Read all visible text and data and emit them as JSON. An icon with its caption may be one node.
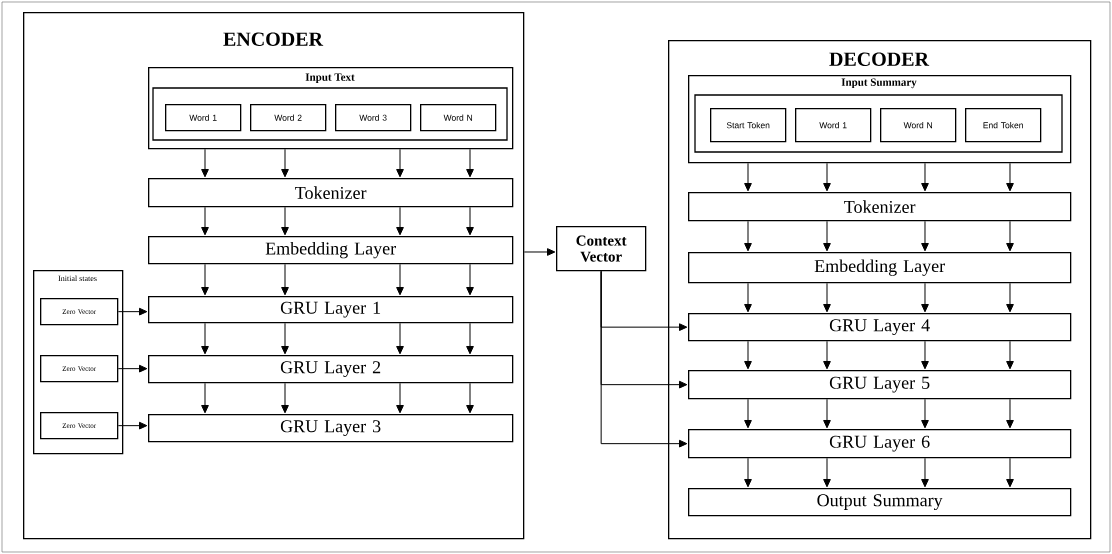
{
  "diagram": {
    "nodes": [
      {
        "text": [
          "ENCODER"
        ]
      },
      {
        "text": [
          "Input Text"
        ],
        "in": 0
      },
      {
        "text": [
          "Word 1"
        ],
        "in": 1
      },
      {
        "text": [
          "Word 2"
        ],
        "in": 1
      },
      {
        "text": [
          "Word 3"
        ],
        "in": 1
      },
      {
        "text": [
          "Word N"
        ],
        "in": 1
      },
      {
        "text": [
          "Tokenizer"
        ],
        "in": 0
      },
      {
        "text": [
          "Embedding Layer"
        ],
        "in": 0
      },
      {
        "text": [
          "GRU Layer 1"
        ],
        "in": 0
      },
      {
        "text": [
          "GRU Layer 2"
        ],
        "in": 0
      },
      {
        "text": [
          "GRU Layer 3"
        ],
        "in": 0
      },
      {
        "text": [
          "Initial states"
        ],
        "in": 0
      },
      {
        "text": [
          "Zero Vector"
        ],
        "in": 11
      },
      {
        "text": [
          "Zero Vector"
        ],
        "in": 11
      },
      {
        "text": [
          "Zero Vector"
        ],
        "in": 11
      },
      {
        "text": [
          "Context Vector"
        ]
      },
      {
        "text": [
          "DECODER"
        ]
      },
      {
        "text": [
          "Input Summary"
        ],
        "in": 16
      },
      {
        "text": [
          "Start Token"
        ],
        "in": 17
      },
      {
        "text": [
          "Word 1"
        ],
        "in": 17
      },
      {
        "text": [
          "Word N"
        ],
        "in": 17
      },
      {
        "text": [
          "End Token"
        ],
        "in": 17
      },
      {
        "text": [
          "Tokenizer"
        ],
        "in": 16
      },
      {
        "text": [
          "Embedding Layer"
        ],
        "in": 16
      },
      {
        "text": [
          "GRU Layer 4"
        ],
        "in": 16
      },
      {
        "text": [
          "GRU Layer 5"
        ],
        "in": 16
      },
      {
        "text": [
          "GRU Layer 6"
        ],
        "in": 16
      },
      {
        "text": [
          "Output Summary"
        ],
        "in": 16
      }
    ],
    "edges": [
      {
        "from": 1,
        "to": 6,
        "arrow": "to"
      },
      {
        "from": 1,
        "to": 6,
        "arrow": "to"
      },
      {
        "from": 1,
        "to": 6,
        "arrow": "to"
      },
      {
        "from": 1,
        "to": 6,
        "arrow": "to"
      },
      {
        "from": 6,
        "to": 7,
        "arrow": "to"
      },
      {
        "from": 6,
        "to": 7,
        "arrow": "to"
      },
      {
        "from": 6,
        "to": 7,
        "arrow": "to"
      },
      {
        "from": 6,
        "to": 7,
        "arrow": "to"
      },
      {
        "from": 7,
        "to": 8,
        "arrow": "to"
      },
      {
        "from": 7,
        "to": 8,
        "arrow": "to"
      },
      {
        "from": 7,
        "to": 8,
        "arrow": "to"
      },
      {
        "from": 7,
        "to": 8,
        "arrow": "to"
      },
      {
        "from": 8,
        "to": 9,
        "arrow": "to"
      },
      {
        "from": 8,
        "to": 9,
        "arrow": "to"
      },
      {
        "from": 8,
        "to": 9,
        "arrow": "to"
      },
      {
        "from": 8,
        "to": 9,
        "arrow": "to"
      },
      {
        "from": 9,
        "to": 10,
        "arrow": "to"
      },
      {
        "from": 9,
        "to": 10,
        "arrow": "to"
      },
      {
        "from": 9,
        "to": 10,
        "arrow": "to"
      },
      {
        "from": 9,
        "to": 10,
        "arrow": "to"
      },
      {
        "from": 12,
        "to": 8,
        "arrow": "to"
      },
      {
        "from": 13,
        "to": 9,
        "arrow": "to"
      },
      {
        "from": 14,
        "to": 10,
        "arrow": "to"
      },
      {
        "from": 0,
        "to": 15,
        "arrow": "to"
      },
      {
        "from": 15,
        "to": 24,
        "arrow": "to"
      },
      {
        "from": 15,
        "to": 25,
        "arrow": "to"
      },
      {
        "from": 15,
        "to": 26,
        "arrow": "to"
      },
      {
        "from": 17,
        "to": 22,
        "arrow": "to"
      },
      {
        "from": 17,
        "to": 22,
        "arrow": "to"
      },
      {
        "from": 17,
        "to": 22,
        "arrow": "to"
      },
      {
        "from": 17,
        "to": 22,
        "arrow": "to"
      },
      {
        "from": 22,
        "to": 23,
        "arrow": "to"
      },
      {
        "from": 22,
        "to": 23,
        "arrow": "to"
      },
      {
        "from": 22,
        "to": 23,
        "arrow": "to"
      },
      {
        "from": 22,
        "to": 23,
        "arrow": "to"
      },
      {
        "from": 23,
        "to": 24,
        "arrow": "to"
      },
      {
        "from": 23,
        "to": 24,
        "arrow": "to"
      },
      {
        "from": 23,
        "to": 24,
        "arrow": "to"
      },
      {
        "from": 23,
        "to": 24,
        "arrow": "to"
      },
      {
        "from": 24,
        "to": 25,
        "arrow": "to"
      },
      {
        "from": 24,
        "to": 25,
        "arrow": "to"
      },
      {
        "from": 24,
        "to": 25,
        "arrow": "to"
      },
      {
        "from": 24,
        "to": 25,
        "arrow": "to"
      },
      {
        "from": 25,
        "to": 26,
        "arrow": "to"
      },
      {
        "from": 25,
        "to": 26,
        "arrow": "to"
      },
      {
        "from": 25,
        "to": 26,
        "arrow": "to"
      },
      {
        "from": 25,
        "to": 26,
        "arrow": "to"
      },
      {
        "from": 26,
        "to": 27,
        "arrow": "to"
      },
      {
        "from": 26,
        "to": 27,
        "arrow": "to"
      },
      {
        "from": 26,
        "to": 27,
        "arrow": "to"
      },
      {
        "from": 26,
        "to": 27,
        "arrow": "to"
      }
    ]
  }
}
